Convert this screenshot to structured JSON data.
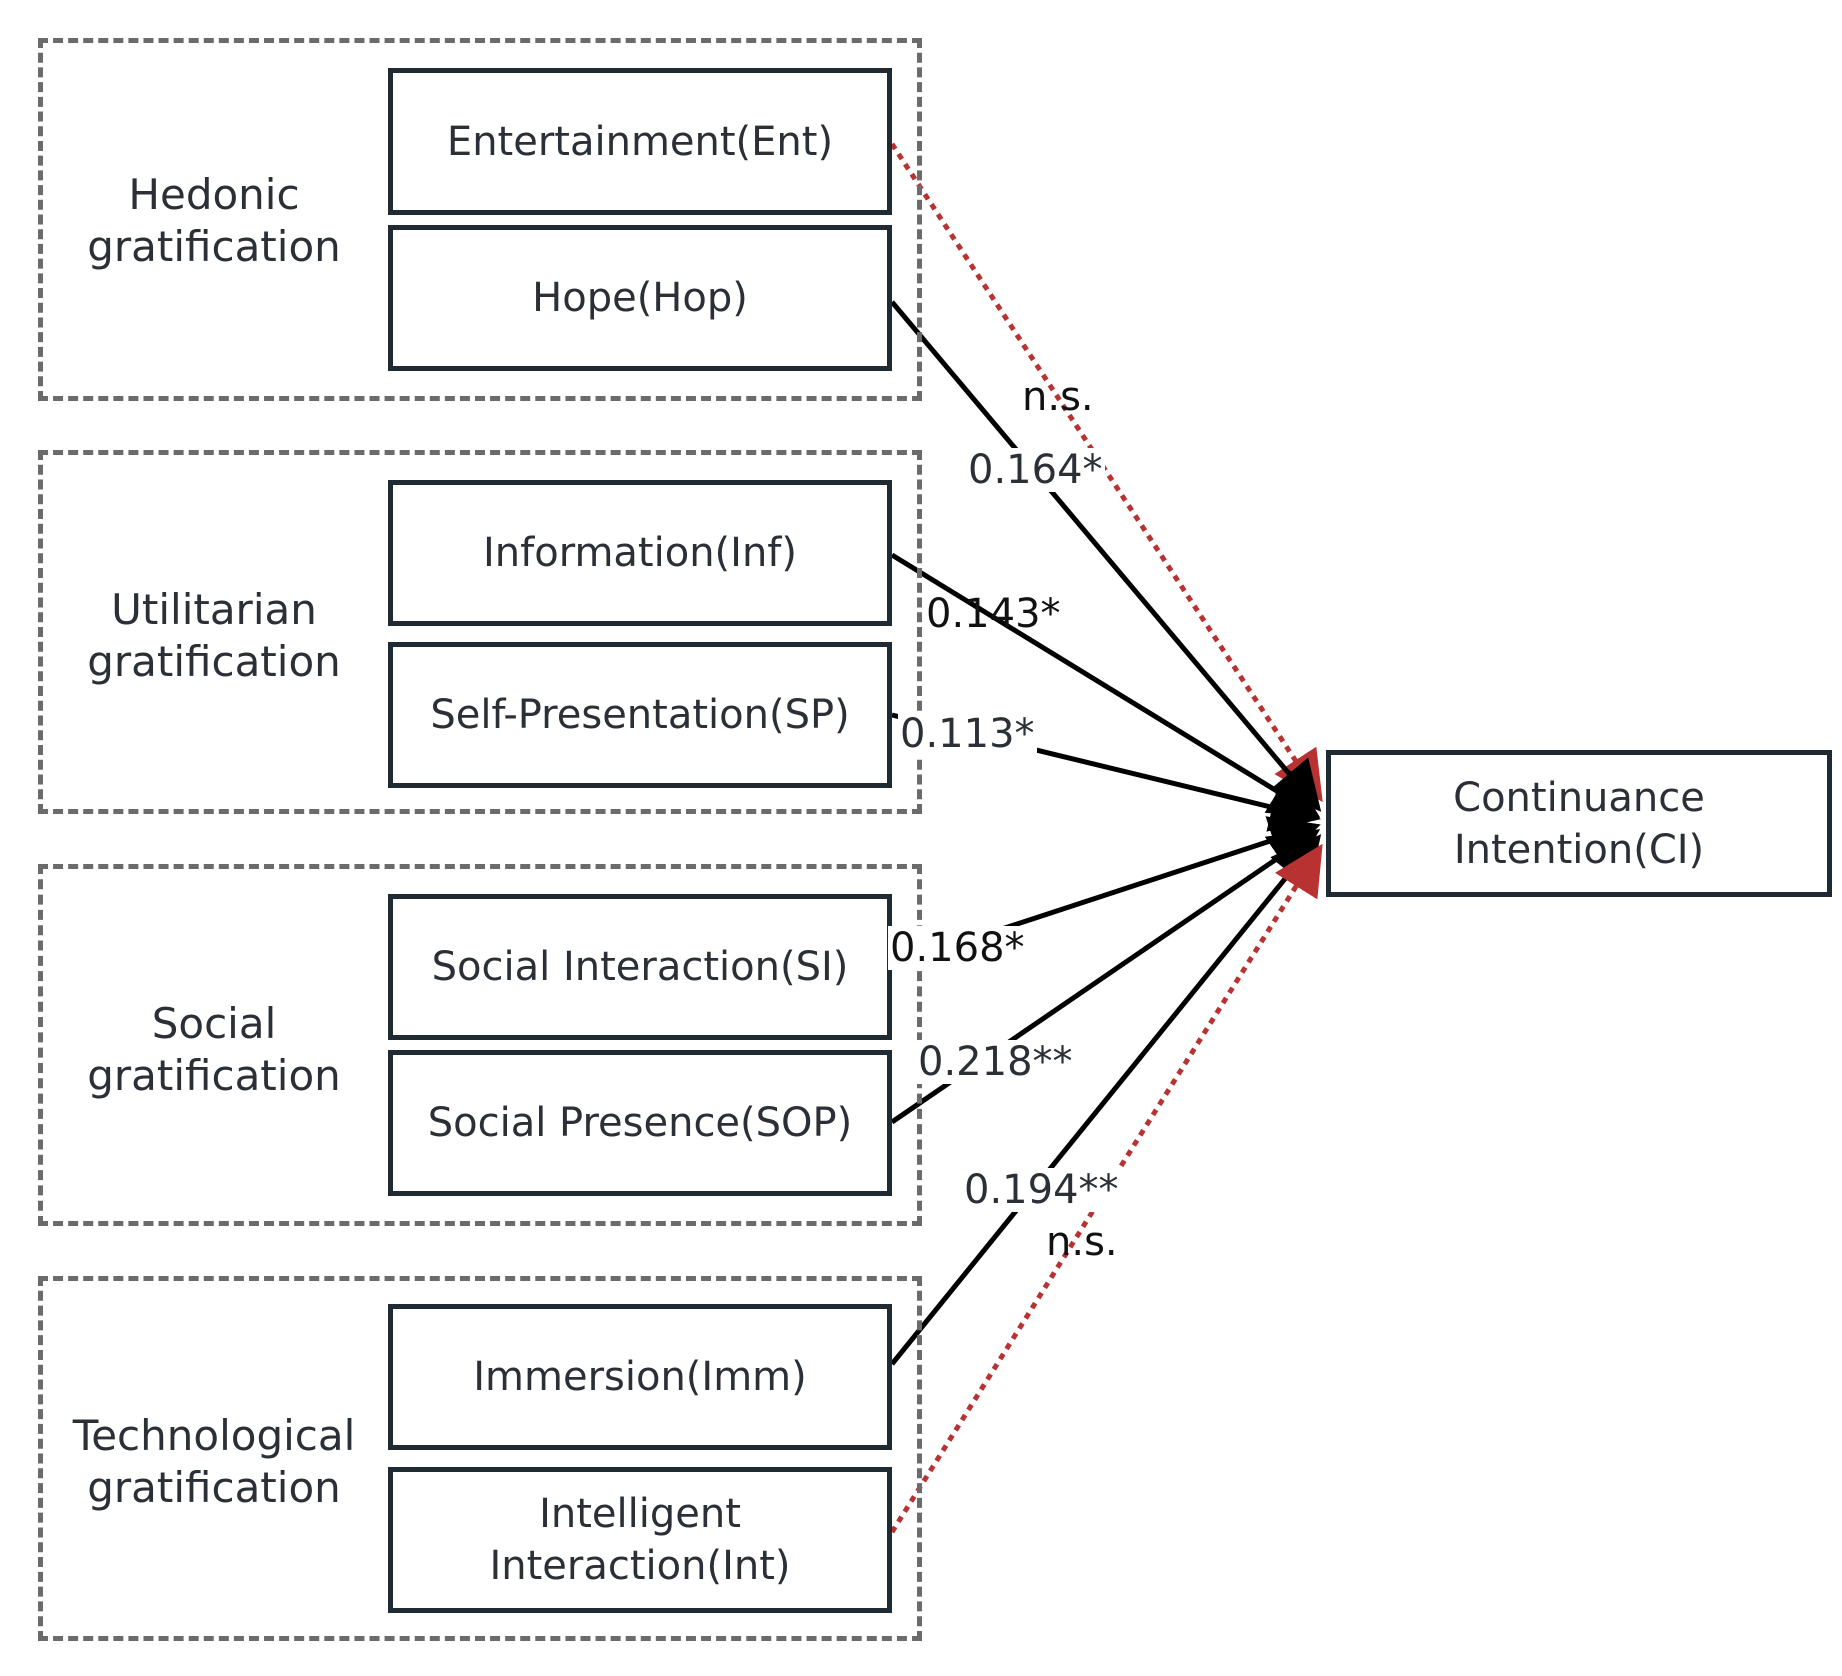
{
  "groups": [
    {
      "label": "Hedonic\ngratification"
    },
    {
      "label": "Utilitarian\ngratification"
    },
    {
      "label": "Social\ngratification"
    },
    {
      "label": "Technological\ngratification"
    }
  ],
  "constructs": {
    "ent": "Entertainment(Ent)",
    "hop": "Hope(Hop)",
    "inf": "Information(Inf)",
    "sp": "Self-Presentation(SP)",
    "si": "Social Interaction(SI)",
    "sop": "Social Presence(SOP)",
    "imm": "Immersion(Imm)",
    "int": "Intelligent\nInteraction(Int)",
    "ci": "Continuance\nIntention(CI)"
  },
  "paths": [
    {
      "from": "Entertainment(Ent)",
      "to": "Continuance Intention(CI)",
      "label": "n.s.",
      "significant": false
    },
    {
      "from": "Hope(Hop)",
      "to": "Continuance Intention(CI)",
      "label": "0.164*",
      "significant": true
    },
    {
      "from": "Information(Inf)",
      "to": "Continuance Intention(CI)",
      "label": "0.143*",
      "significant": true
    },
    {
      "from": "Self-Presentation(SP)",
      "to": "Continuance Intention(CI)",
      "label": "0.113*",
      "significant": true
    },
    {
      "from": "Social Interaction(SI)",
      "to": "Continuance Intention(CI)",
      "label": "0.168*",
      "significant": true
    },
    {
      "from": "Social Presence(SOP)",
      "to": "Continuance Intention(CI)",
      "label": "0.218**",
      "significant": true
    },
    {
      "from": "Immersion(Imm)",
      "to": "Continuance Intention(CI)",
      "label": "0.194**",
      "significant": true
    },
    {
      "from": "Intelligent Interaction(Int)",
      "to": "Continuance Intention(CI)",
      "label": "n.s.",
      "significant": false
    }
  ],
  "colors": {
    "significant_path": "#000000",
    "nonsignificant_path": "#b83232",
    "box_border": "#1f2a33",
    "group_border": "#6b6b6b"
  }
}
